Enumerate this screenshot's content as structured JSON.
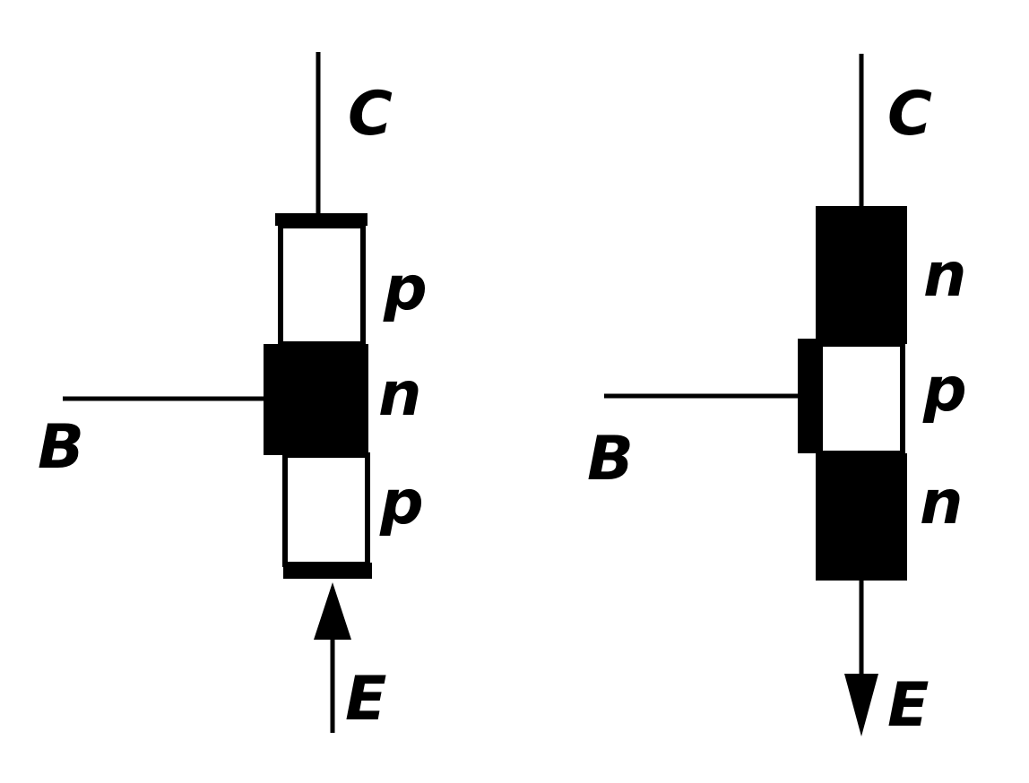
{
  "colors": {
    "ink": "#000000",
    "paper": "#ffffff"
  },
  "pnp": {
    "collector_label": "C",
    "base_label": "B",
    "emitter_label": "E",
    "layers": [
      "p",
      "n",
      "p"
    ]
  },
  "npn": {
    "collector_label": "C",
    "base_label": "B",
    "emitter_label": "E",
    "layers": [
      "n",
      "p",
      "n"
    ]
  }
}
